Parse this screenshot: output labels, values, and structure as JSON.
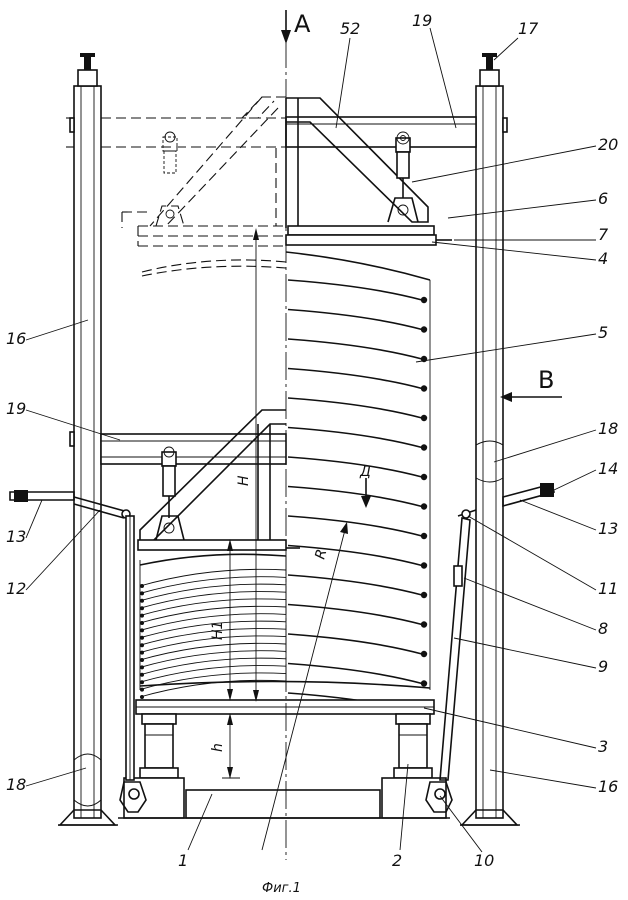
{
  "caption": "Фиг.1",
  "view_labels": {
    "a": "A",
    "b": "B"
  },
  "dimensions": {
    "H": "H",
    "H1": "H1",
    "h": "h",
    "R": "R",
    "D": "Д"
  },
  "callouts": [
    "52",
    "19",
    "17",
    "20",
    "6",
    "7",
    "4",
    "5",
    "16",
    "19",
    "18",
    "14",
    "13",
    "13",
    "12",
    "11",
    "8",
    "9",
    "3",
    "18",
    "16",
    "1",
    "2",
    "10"
  ],
  "colors": {
    "ink": "#111111",
    "paper": "#ffffff"
  }
}
